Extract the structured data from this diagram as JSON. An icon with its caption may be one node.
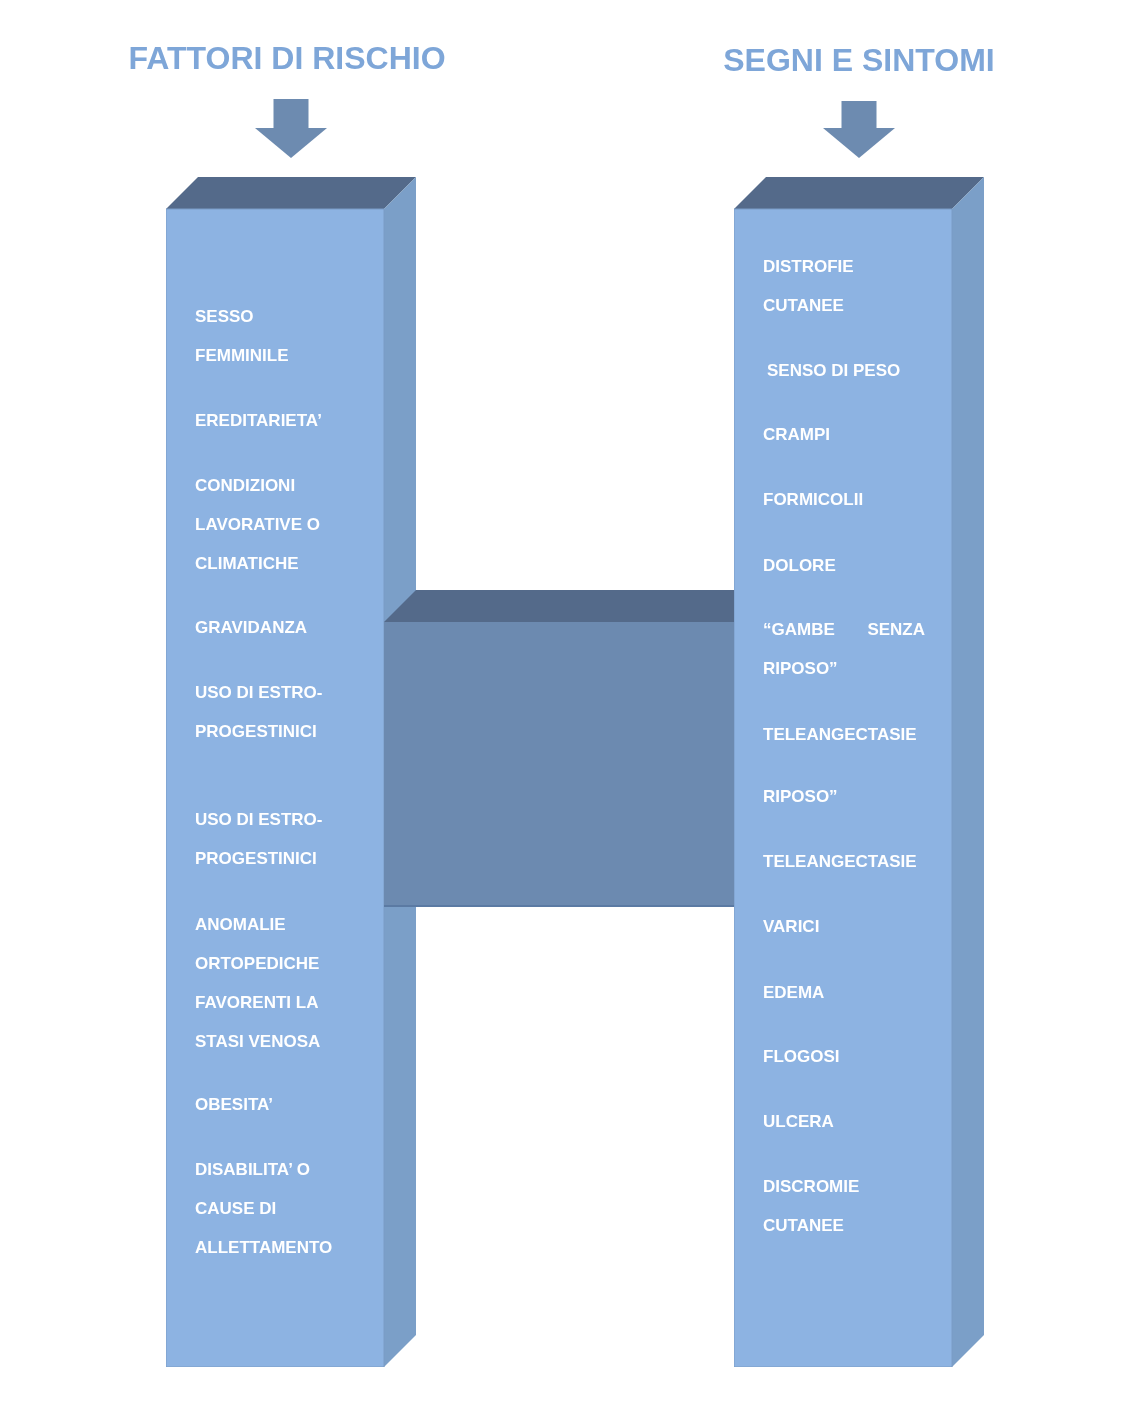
{
  "diagram": {
    "nodes": [
      {
        "text": [
          "FATTORI DI RISCHIO"
        ]
      },
      {
        "text": [
          "SEGNI E SINTOMI"
        ]
      },
      {
        "text": [
          "SESSO FEMMINILE",
          "EREDITARIETA’",
          "CONDIZIONI LAVORATIVE O CLIMATICHE",
          "GRAVIDANZA",
          "USO DI ESTRO- PROGESTINICI",
          "USO DI ESTRO- PROGESTINICI",
          "ANOMALIE ORTOPEDICHE FAVORENTI LA STASI VENOSA",
          "OBESITA’",
          "DISABILITA’ O CAUSE DI ALLETTAMENTO"
        ]
      },
      {
        "text": [],
        "shape": "bar"
      },
      {
        "text": [
          "DISTROFIE CUTANEE",
          "SENSO DI PESO",
          "CRAMPI",
          "FORMICOLII",
          "DOLORE",
          "“GAMBE SENZA RIPOSO”",
          "TELEANGECTASIE",
          "RIPOSO”",
          "TELEANGECTASIE",
          "VARICI",
          "EDEMA",
          "FLOGOSI",
          "ULCERA",
          "DISCROMIE CUTANEE"
        ]
      }
    ],
    "edges": [
      {
        "from": 0,
        "to": 2,
        "arrow": "to"
      },
      {
        "from": 1,
        "to": 4,
        "arrow": "to"
      }
    ]
  }
}
